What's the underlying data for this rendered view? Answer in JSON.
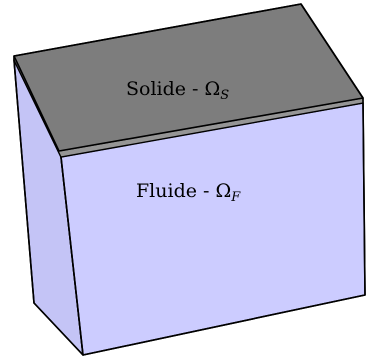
{
  "diagram": {
    "solid_label": {
      "prefix": "Solide - ",
      "symbol": "Ω",
      "subscript": "S"
    },
    "fluid_label": {
      "prefix": "Fluide - ",
      "symbol": "Ω",
      "subscript": "F"
    },
    "colors": {
      "solid_top": "#7d7d7d",
      "solid_edge": "#959595",
      "fluid_front": "#ccccff",
      "fluid_side": "#c4c4f6",
      "stroke": "#000000"
    }
  }
}
